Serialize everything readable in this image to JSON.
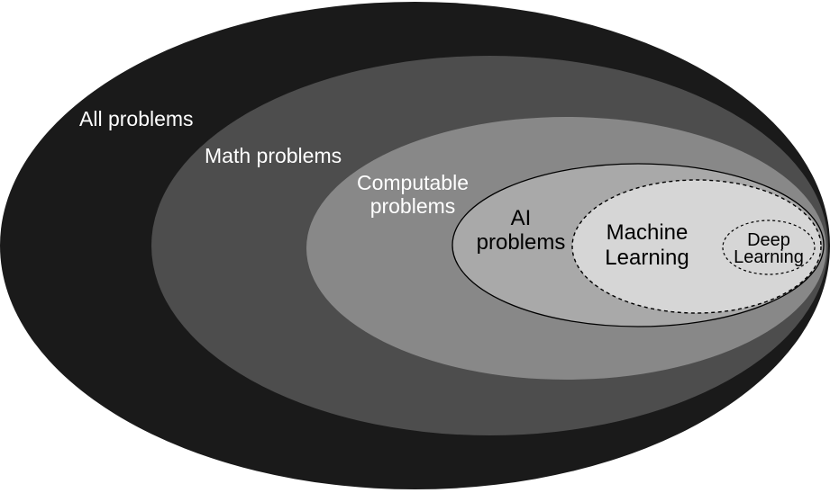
{
  "diagram": {
    "type": "nested-euler-diagram",
    "background": "#ffffff",
    "outline_color": "#000000",
    "sets": [
      {
        "id": "all-problems",
        "label": "All problems",
        "fill": "#1a1a1a",
        "label_color": "#ffffff",
        "border": "none"
      },
      {
        "id": "math-problems",
        "label": "Math problems",
        "fill": "#4d4d4d",
        "label_color": "#ffffff",
        "border": "none"
      },
      {
        "id": "computable-problems",
        "label": "Computable problems",
        "label_lines": [
          "Computable",
          "problems"
        ],
        "fill": "#888888",
        "label_color": "#ffffff",
        "border": "none"
      },
      {
        "id": "ai-problems",
        "label": "AI problems",
        "label_lines": [
          "AI",
          "problems"
        ],
        "fill": "#a9a9a9",
        "label_color": "#000000",
        "border": "solid"
      },
      {
        "id": "machine-learning",
        "label": "Machine Learning",
        "label_lines": [
          "Machine",
          "Learning"
        ],
        "fill": "#d6d6d6",
        "label_color": "#000000",
        "border": "dashed"
      },
      {
        "id": "deep-learning",
        "label": "Deep Learning",
        "label_lines": [
          "Deep",
          "Learning"
        ],
        "fill": "#d6d6d6",
        "label_color": "#000000",
        "border": "dashed"
      }
    ]
  }
}
